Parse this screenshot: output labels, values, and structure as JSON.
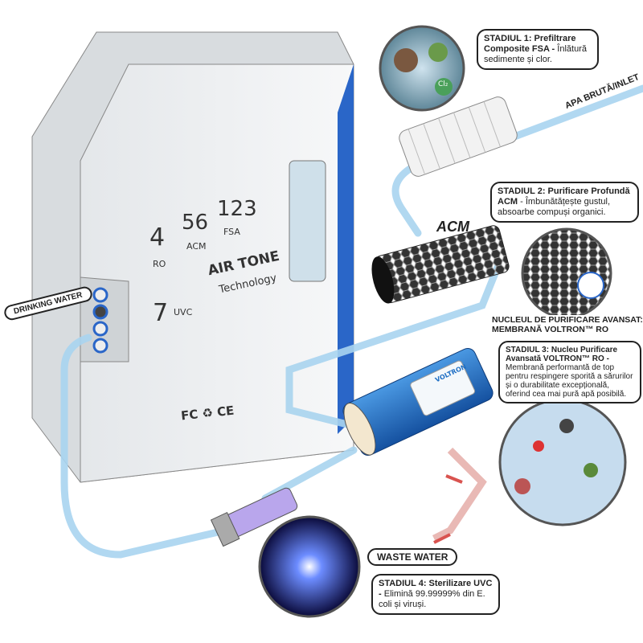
{
  "stage1": {
    "title": "STADIUL 1: Prefiltrare Composite FSA -",
    "desc": "Înlătură sedimente și clor."
  },
  "inlet_label": "APA BRUTĂ/INLET",
  "acm_label": "ACM",
  "stage2": {
    "title": "STADIUL 2: Purificare Profundă ACM",
    "desc": "- Îmbunătățește gustul, absoarbe compuși organici."
  },
  "core_heading": "NUCLEUL DE PURIFICARE AVANSAT: MEMBRANĂ VOLTRON™ RO",
  "stage3": {
    "title": "STADIUL 3: Nucleu Purificare Avansată VOLTRON™ RO -",
    "desc": "Membrană performantă de top pentru respingere sporită a sărurilor și o durabilitate excepțională, oferind cea mai pură apă posibilă."
  },
  "waste_label": "WASTE WATER",
  "stage4": {
    "title": "STADIUL 4: Sterilizare UVC -",
    "desc": "Elimină 99.99999% din E. coli și viruși."
  },
  "drinking_label": "DRINKING WATER",
  "device": {
    "brand": "AIR TONE",
    "brand_sub": "Technology",
    "stages": [
      {
        "num": "4",
        "name": "RO"
      },
      {
        "num": "56",
        "name": "ACM"
      },
      {
        "num": "123",
        "name": "FSA"
      },
      {
        "num": "7",
        "name": "UVC"
      }
    ],
    "certs": "FC ♻ CE"
  },
  "membrane_brand": "VOLTRON",
  "chem_label": "Cl₂",
  "colors": {
    "water": "#a9d4ef",
    "membrane": "#1f6fc4",
    "accent": "#2a66c8",
    "waste": "#d9534f"
  }
}
